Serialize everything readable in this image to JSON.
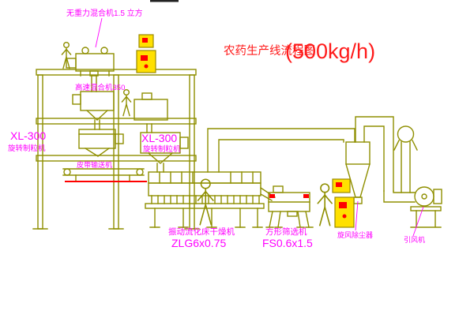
{
  "title": {
    "name": "农药生产线流程图",
    "capacity": "(500kg/h)"
  },
  "equipment": {
    "gravity_mixer": {
      "label": "无重力混合机1.5 立方"
    },
    "high_speed_mixer": {
      "label": "高速混合机350"
    },
    "granulator_left": {
      "model": "XL-300",
      "name": "旋转制粒机"
    },
    "granulator_center": {
      "model": "XL-300",
      "name": "旋转制粒机"
    },
    "belt_conveyor": {
      "label": "皮带输送机"
    },
    "dryer": {
      "name": "振动流化床干燥机",
      "model": "ZLG6x0.75"
    },
    "sieve": {
      "name": "方形筛选机",
      "model": "FS0.6x1.5"
    },
    "cyclone": {
      "name": "旋风除尘器"
    },
    "fan": {
      "name": "引风机"
    }
  },
  "colors": {
    "line": "#8f8f00",
    "label": "#ff00ff",
    "title": "#ff1a1a",
    "cabinet_fill": "#ffe000",
    "cabinet_stroke": "#9a8a00",
    "mark": "#ff0000",
    "background": "#ffffff"
  }
}
